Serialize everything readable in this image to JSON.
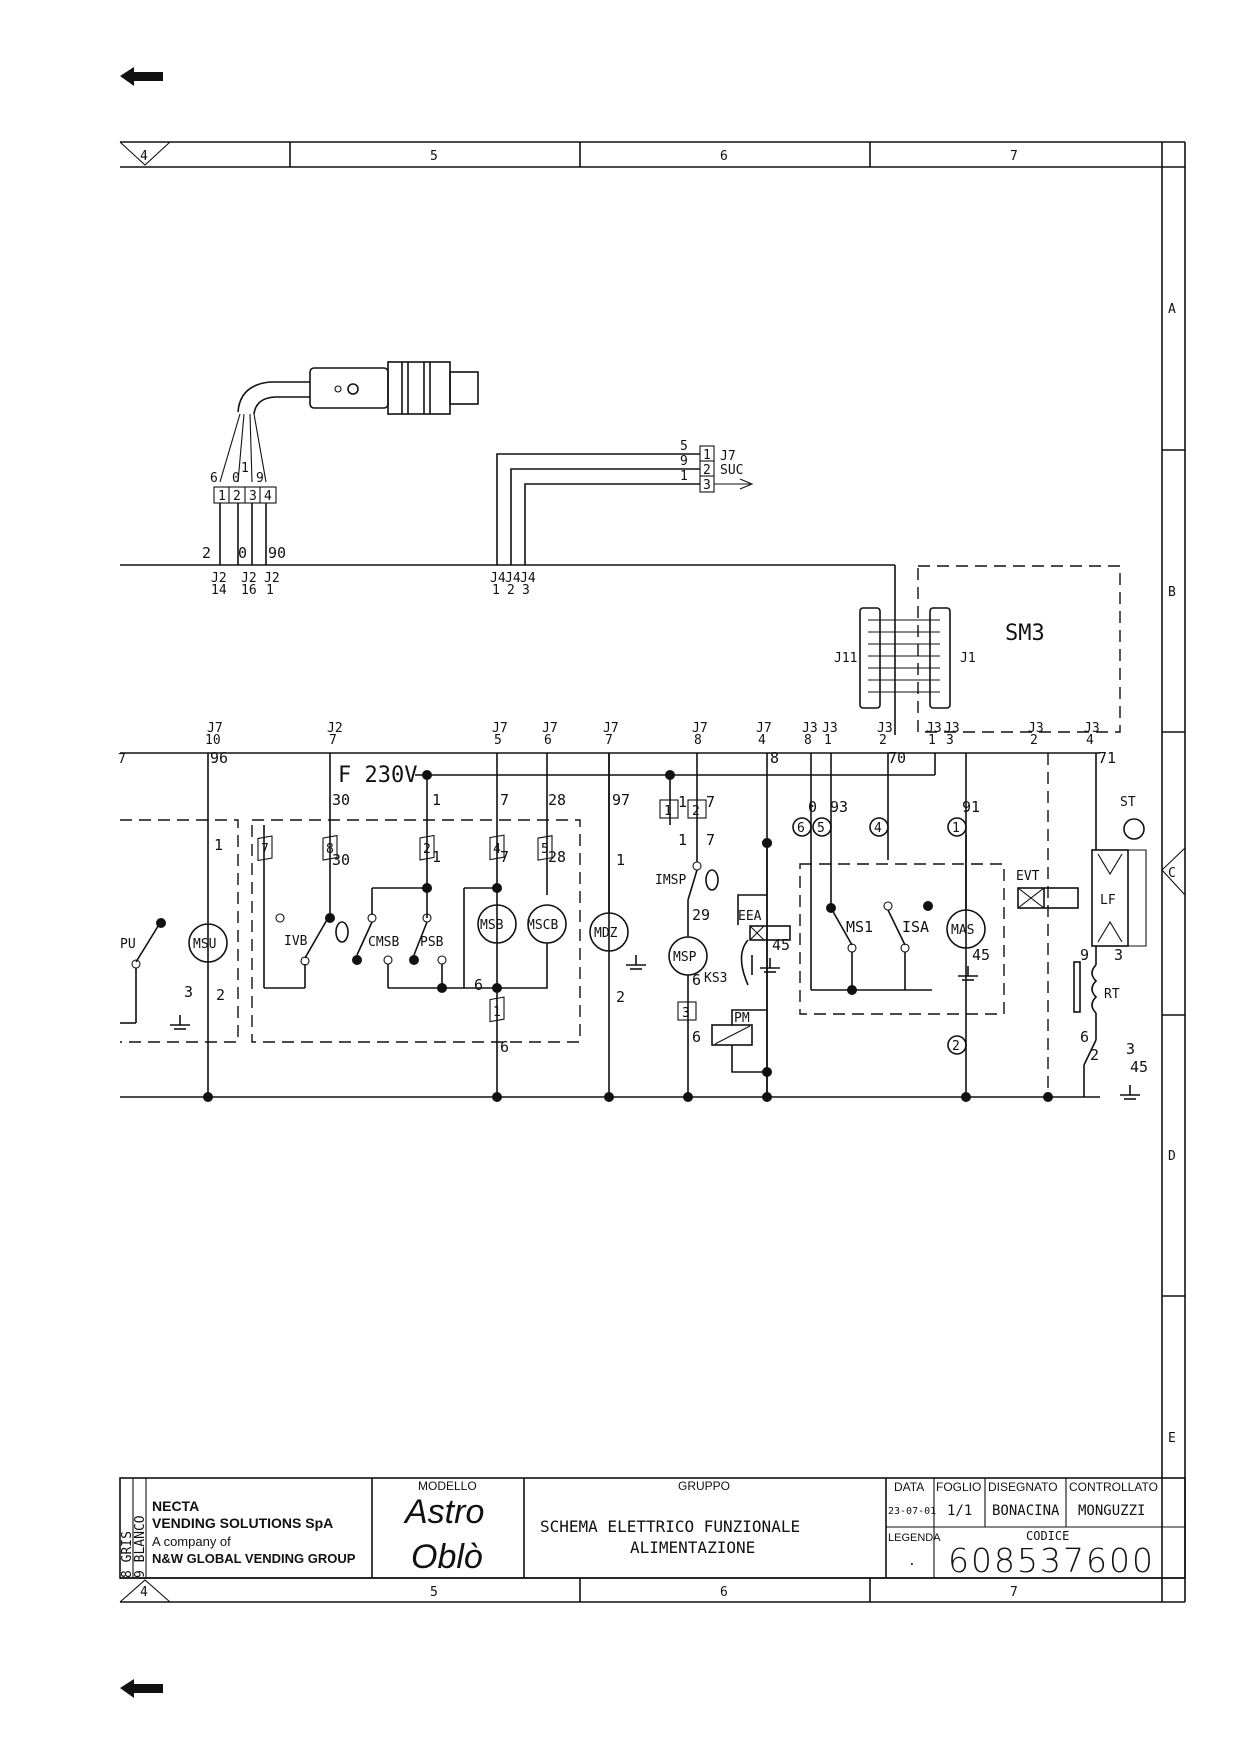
{
  "frame": {
    "columns": [
      "4",
      "5",
      "6",
      "7"
    ],
    "rows": [
      "A",
      "B",
      "C",
      "D",
      "E"
    ]
  },
  "module": {
    "name": "SM3",
    "connector_left": "J11",
    "connector_right": "J1"
  },
  "connectors": {
    "j7_top": {
      "pins": [
        "1",
        "2",
        "3"
      ],
      "wires": [
        "5",
        "9",
        "1"
      ],
      "label": "J7",
      "signal": "SUC"
    },
    "sensor_block": {
      "pins": [
        "1",
        "2",
        "3",
        "4"
      ],
      "wires_top": [
        "6",
        "0",
        "1",
        "9"
      ]
    },
    "bus_wires": [
      "2",
      "0",
      "90"
    ],
    "j2_refs": [
      {
        "name": "J2",
        "pin": "14"
      },
      {
        "name": "J2",
        "pin": "16"
      },
      {
        "name": "J2",
        "pin": "1"
      }
    ],
    "j4_refs": [
      {
        "name": "J4",
        "pin": "1"
      },
      {
        "name": "J4",
        "pin": "2"
      },
      {
        "name": "J4",
        "pin": "3"
      }
    ],
    "lower_refs": [
      {
        "name": "J7",
        "pin": "10"
      },
      {
        "name": "J2",
        "pin": "7"
      },
      {
        "name": "J7",
        "pin": "5"
      },
      {
        "name": "J7",
        "pin": "6"
      },
      {
        "name": "J7",
        "pin": "7"
      },
      {
        "name": "J7",
        "pin": "8"
      },
      {
        "name": "J7",
        "pin": "4"
      },
      {
        "name": "J3",
        "pin": "8"
      },
      {
        "name": "J3",
        "pin": "1"
      },
      {
        "name": "J3",
        "pin": "2"
      },
      {
        "name": "J3",
        "pin": "1"
      },
      {
        "name": "J3",
        "pin": "3"
      },
      {
        "name": "J3",
        "pin": "2"
      },
      {
        "name": "J3",
        "pin": "4"
      }
    ]
  },
  "labels": {
    "supply": "F 230V",
    "wires": [
      "7",
      "96",
      "30",
      "1",
      "7",
      "28",
      "97",
      "8",
      "70",
      "71",
      "0",
      "93",
      "91",
      "30",
      "1",
      "7",
      "28",
      "6",
      "6",
      "29",
      "6",
      "6",
      "45",
      "45",
      "45",
      "9",
      "3",
      "6",
      "2",
      "3",
      "1",
      "2",
      "3",
      "2",
      "1",
      "1",
      "7",
      "1",
      "7"
    ],
    "components": [
      "MSU",
      "IVB",
      "CMSB",
      "PSB",
      "MSB",
      "MSCB",
      "MDZ",
      "IMSP",
      "MSP",
      "EEA",
      "KS3",
      "PM",
      "MS1",
      "ISA",
      "MAS",
      "EVT",
      "LF",
      "ST",
      "RT",
      "PU"
    ],
    "terminal_marks": [
      "7",
      "8",
      "2",
      "4",
      "5",
      "1",
      "1",
      "2",
      "3",
      "6",
      "5",
      "4",
      "1",
      "2"
    ]
  },
  "title_block": {
    "company": "NECTA",
    "company_line2": "VENDING SOLUTIONS SpA",
    "company_line3": "A company of",
    "company_line4": "N&W GLOBAL VENDING GROUP",
    "legend_codes": [
      "8 GRIS",
      "9 BLANCO"
    ],
    "model_label": "MODELLO",
    "model_line1": "Astro",
    "model_line2": "Oblò",
    "group_label": "GRUPPO",
    "group_line1": "SCHEMA ELETTRICO FUNZIONALE",
    "group_line2": "ALIMENTAZIONE",
    "date_label": "DATA",
    "date_value": "23-07-01",
    "sheet_label": "FOGLIO",
    "sheet_value": "1/1",
    "drawn_label": "DISEGNATO",
    "drawn_value": "BONACINA",
    "checked_label": "CONTROLLATO",
    "checked_value": "MONGUZZI",
    "legend_label": "LEGENDA",
    "legend_value": ".",
    "code_label": "CODICE",
    "code_value": "608537600"
  },
  "nav": {
    "top_arrow": "back-arrow-icon",
    "bottom_arrow": "back-arrow-icon"
  }
}
